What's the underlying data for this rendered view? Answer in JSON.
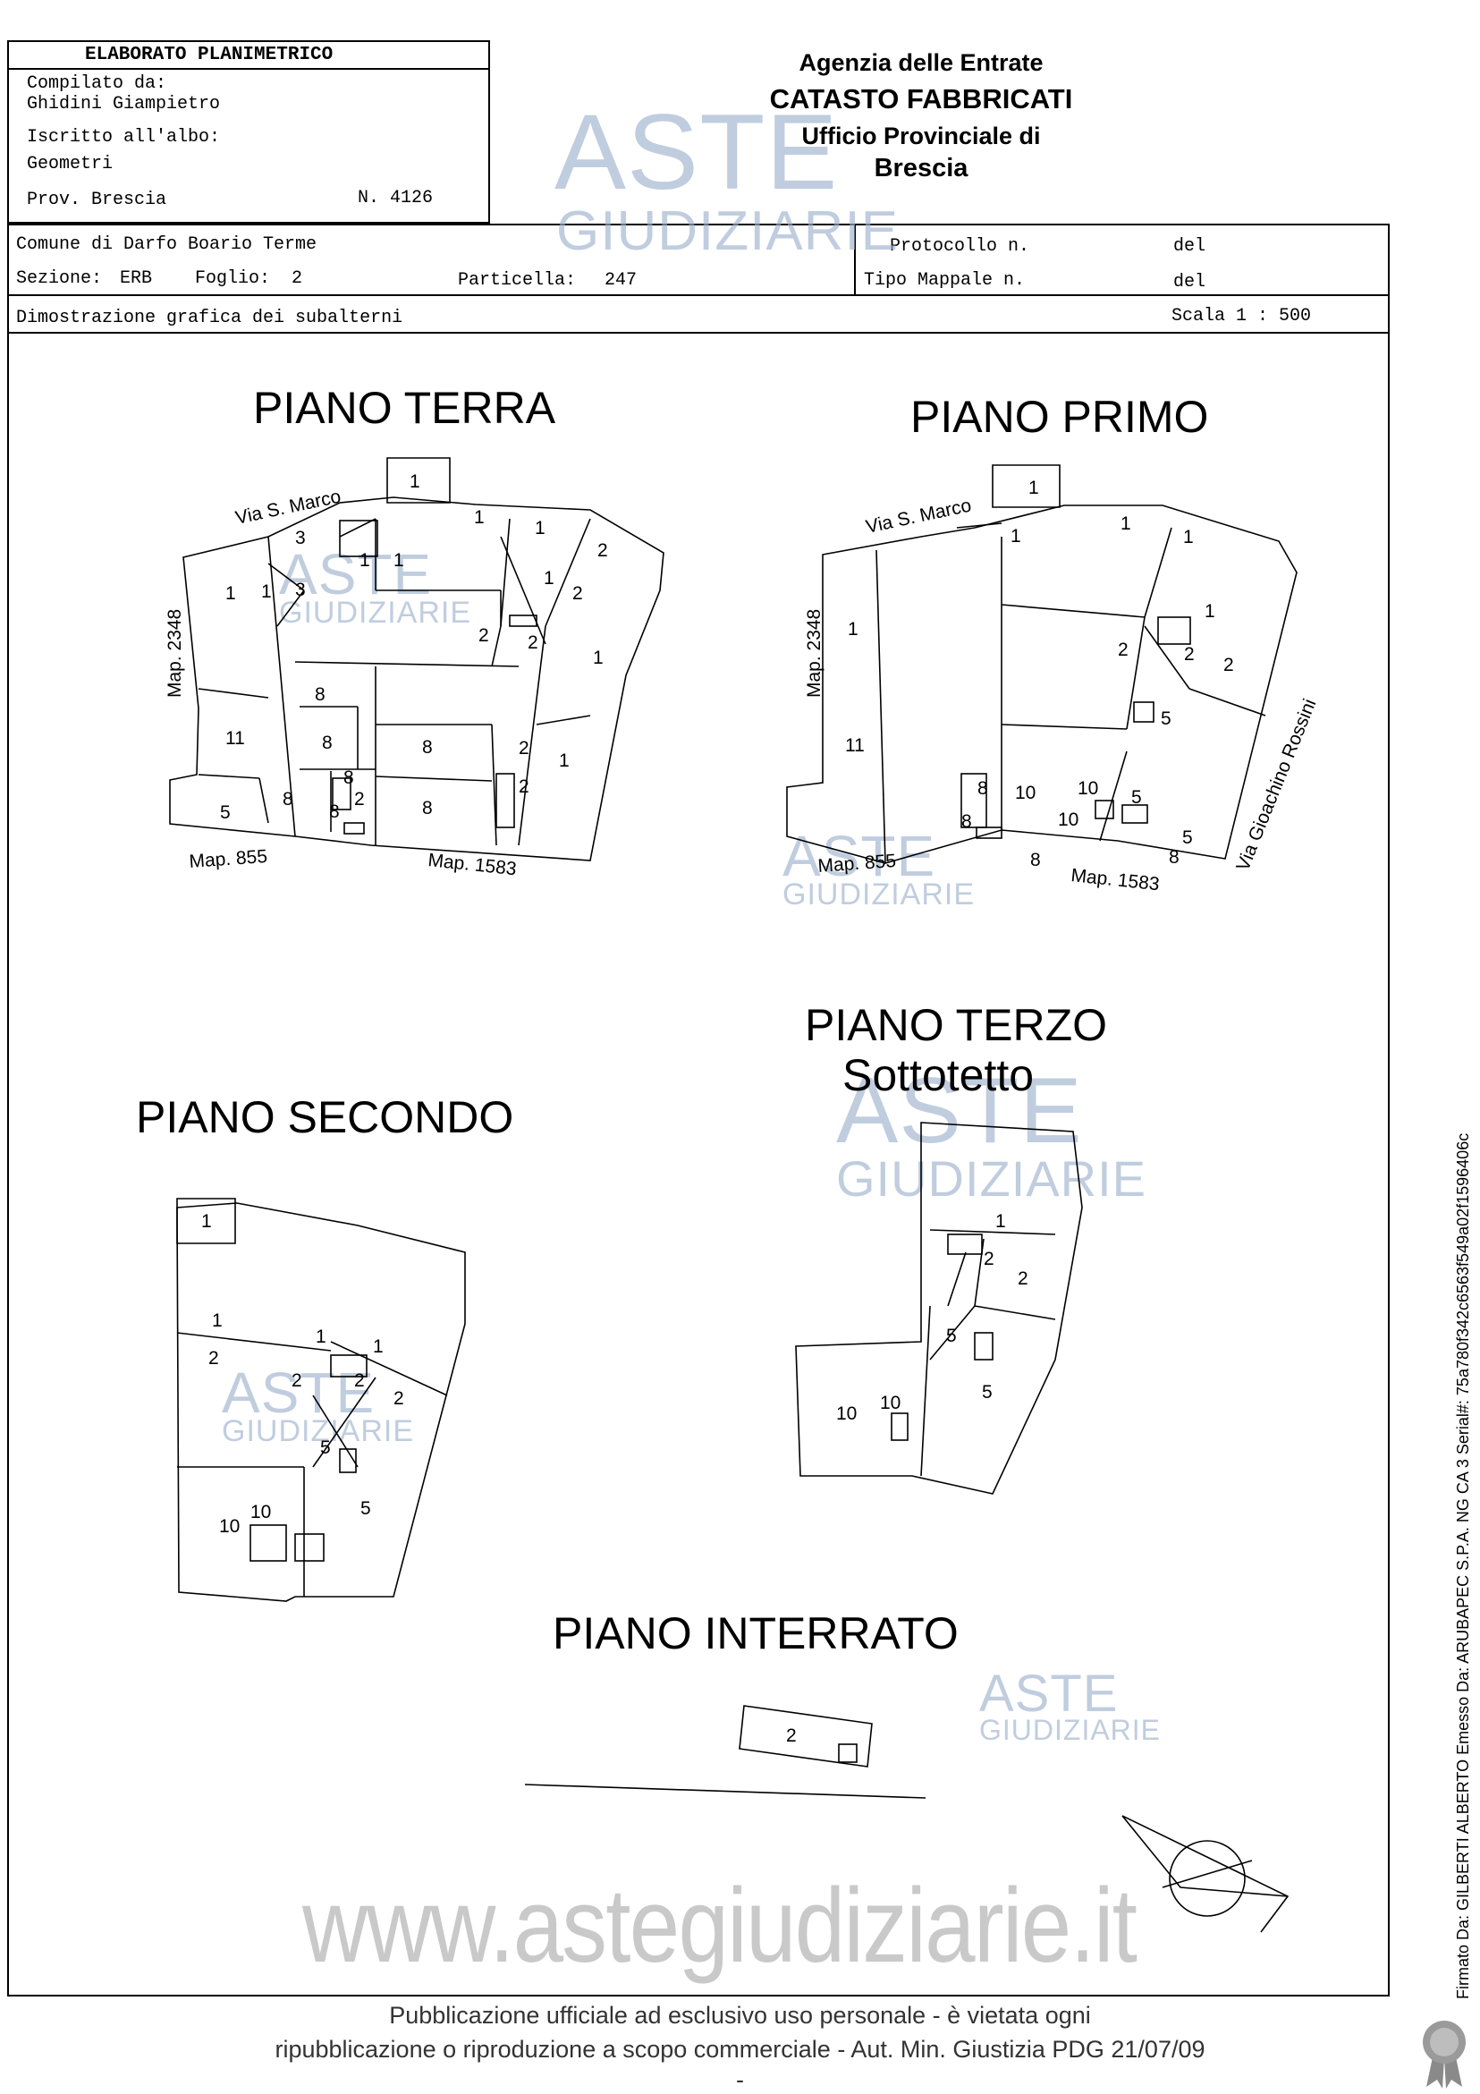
{
  "header": {
    "doc_title": "ELABORATO PLANIMETRICO",
    "compiled_label": "Compilato da:",
    "compiled_name": "Ghidini Giampietro",
    "albo_label": "Iscritto all'albo:",
    "albo_value": "Geometri",
    "prov_label": "Prov. Brescia",
    "number": "N. 4126",
    "agency_line1": "Agenzia delle Entrate",
    "agency_line2": "CATASTO FABBRICATI",
    "agency_line3": "Ufficio Provinciale di",
    "agency_line4": "Brescia"
  },
  "location": {
    "comune": "Comune di Darfo Boario Terme",
    "sezione_label": "Sezione:",
    "sezione_value": "ERB",
    "foglio_label": "Foglio:",
    "foglio_value": "2",
    "particella_label": "Particella:",
    "particella_value": "247",
    "protocollo_label": "Protocollo n.",
    "protocollo_del": "del",
    "tipo_label": "Tipo Mappale n.",
    "tipo_del": "del"
  },
  "subtitle": {
    "left": "Dimostrazione grafica dei subalterni",
    "scale": "Scala 1 : 500"
  },
  "floors": {
    "terra": "PIANO TERRA",
    "primo": "PIANO PRIMO",
    "secondo": "PIANO SECONDO",
    "terzo": "PIANO TERZO",
    "terzo_sub": "Sottotetto",
    "interrato": "PIANO INTERRATO"
  },
  "map_labels": {
    "via_marco": "Via S. Marco",
    "map_2348": "Map. 2348",
    "map_855": "Map. 855",
    "map_1583": "Map. 1583",
    "via_rossini": "Via Gioachino Rossini"
  },
  "watermark": {
    "aste": "ASTE",
    "giudiziarie": "GIUDIZIARIE",
    "site": "www.astegiudiziarie.it"
  },
  "footer": {
    "line1": "Pubblicazione ufficiale ad esclusivo uso personale - è vietata ogni",
    "line2": "ripubblicazione o riproduzione a scopo commerciale - Aut. Min. Giustizia PDG 21/07/09",
    "dash": "-"
  },
  "signature": "Firmato Da: GILBERTI ALBERTO Emesso Da: ARUBAPEC S.P.A. NG CA 3 Serial#: 75a780f342c6563f549a02f1596406c"
}
